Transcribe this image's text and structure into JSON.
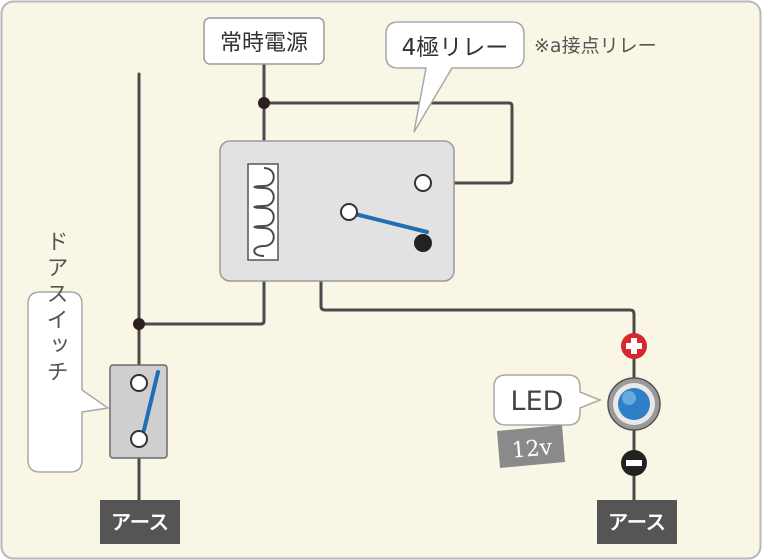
{
  "labels": {
    "power": "常時電源",
    "relay": "4極リレー",
    "relay_note": "※a接点リレー",
    "door_switch": "ドアスイッチ",
    "led": "LED",
    "voltage": "12v",
    "ground_left": "アース",
    "ground_right": "アース"
  },
  "colors": {
    "background": "#faf6e6",
    "frame": "#b8b8b8",
    "wire": "#4a4a4a",
    "relay_body": "#e2e2e2",
    "switch_blade": "#1f6fb5",
    "ground_box": "#555555",
    "polarity_plus": "#d8262e",
    "polarity_minus": "#222222",
    "voltage_tag": "#8a8a8a"
  },
  "icons": {
    "coil": "relay-coil-icon",
    "switch": "door-switch-icon",
    "led": "led-lamp-icon",
    "plus": "plus-terminal-icon",
    "minus": "minus-terminal-icon"
  }
}
